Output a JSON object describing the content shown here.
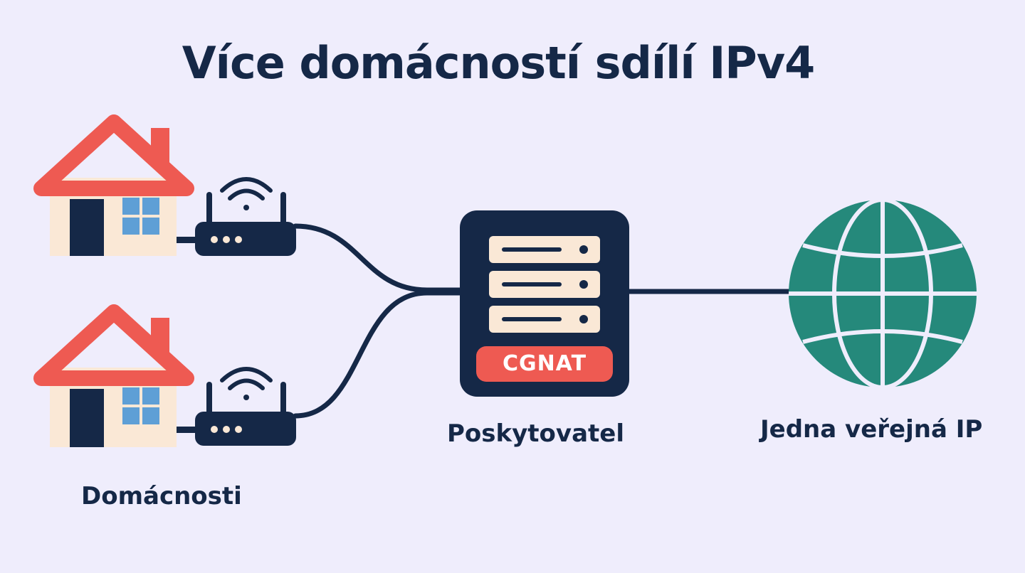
{
  "title": "Více domácností sdílí IPv4",
  "labels": {
    "homes": "Domácnosti",
    "provider": "Poskytovatel",
    "public_ip": "Jedna veřejná IP"
  },
  "cgnat_badge": "CGNAT",
  "households": [
    {
      "icons": [
        "house-icon",
        "router-icon",
        "wifi-icon"
      ]
    },
    {
      "icons": [
        "house-icon",
        "router-icon",
        "wifi-icon"
      ]
    }
  ],
  "colors": {
    "background": "#efedfc",
    "navy": "#152847",
    "roof_red": "#ee5a52",
    "wall_cream": "#fae8d6",
    "window_blue": "#5e9fd6",
    "globe_teal": "#25897b",
    "server_unit": "#fae8d6",
    "badge_red": "#ee5a52"
  }
}
